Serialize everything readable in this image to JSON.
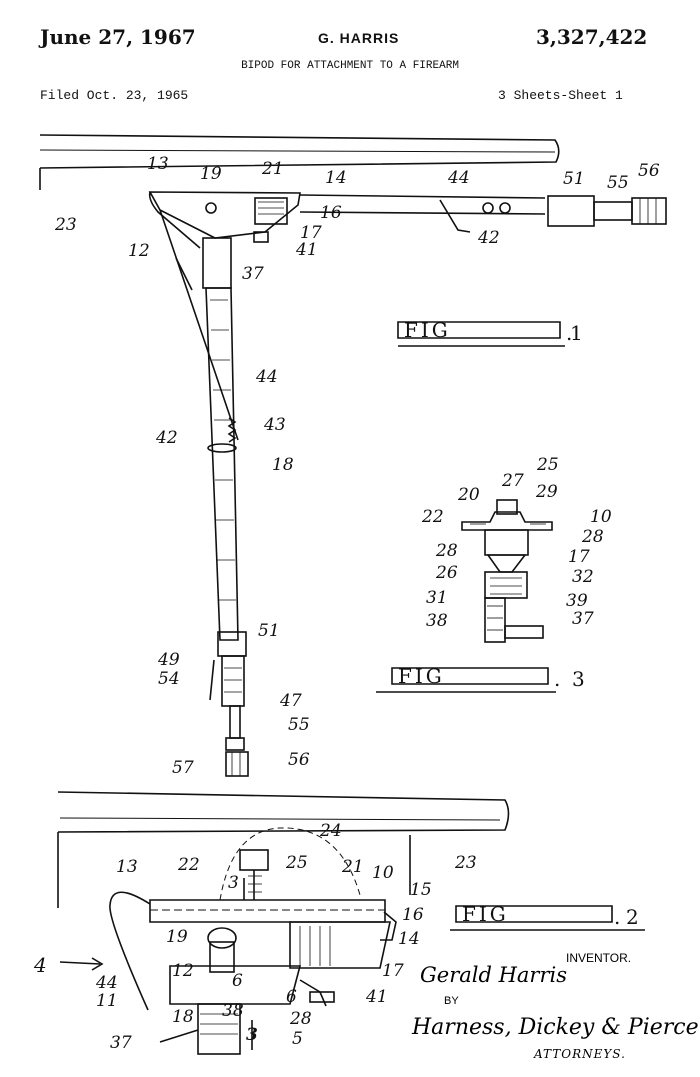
{
  "header": {
    "date": "June 27, 1967",
    "inventor": "G. HARRIS",
    "patent_number": "3,327,422",
    "title": "BIPOD FOR ATTACHMENT TO A FIREARM",
    "filed": "Filed Oct. 23, 1965",
    "sheets": "3 Sheets-Sheet 1"
  },
  "figures": {
    "fig1": "1",
    "fig2": "2",
    "fig3": "3"
  },
  "labels": {
    "fig1": [
      "13",
      "19",
      "21",
      "14",
      "44",
      "51",
      "55",
      "56",
      "23",
      "16",
      "17",
      "41",
      "42",
      "12",
      "37",
      "44",
      "42",
      "43",
      "18",
      "51",
      "49",
      "54",
      "47",
      "55",
      "57",
      "56"
    ],
    "fig3": [
      "25",
      "27",
      "20",
      "29",
      "22",
      "10",
      "28",
      "28",
      "17",
      "26",
      "32",
      "31",
      "39",
      "38",
      "37"
    ],
    "fig2": [
      "24",
      "25",
      "22",
      "13",
      "21",
      "10",
      "23",
      "15",
      "16",
      "3",
      "19",
      "14",
      "4",
      "44",
      "12",
      "17",
      "11",
      "6",
      "6",
      "41",
      "18",
      "38",
      "28",
      "37",
      "3",
      "5"
    ]
  },
  "signature": {
    "inventor_label": "INVENTOR.",
    "inventor_name": "Gerald Harris",
    "by": "BY",
    "attorneys_signature": "Harness, Dickey & Pierce",
    "attorneys_label": "ATTORNEYS."
  }
}
